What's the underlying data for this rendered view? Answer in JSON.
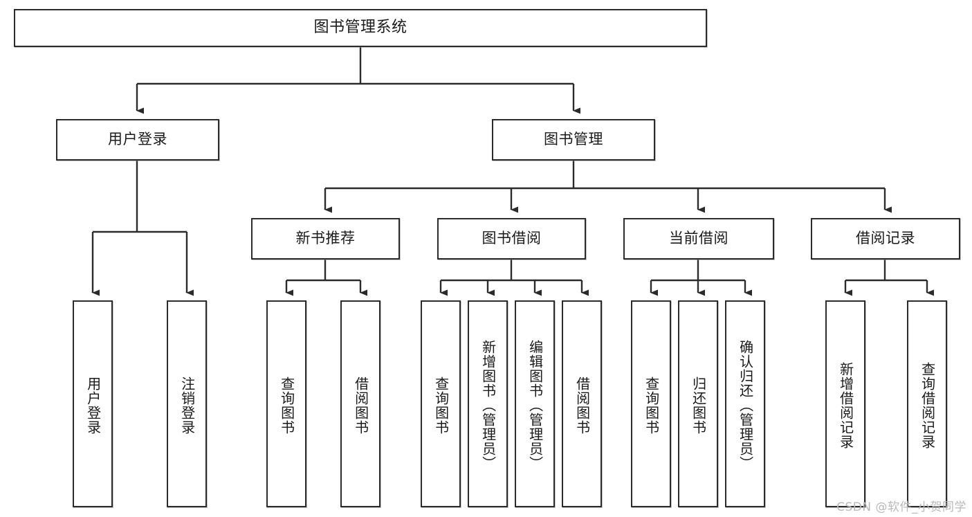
{
  "diagram": {
    "title": "图书管理系统",
    "watermark": "CSDN @软件_小贺同学",
    "stroke_color": "#2b2b2b",
    "text_color": "#1a1a1a",
    "background": "#ffffff",
    "levels": {
      "root": "图书管理系统",
      "level2": [
        "用户登录",
        "图书管理"
      ],
      "level3": [
        "新书推荐",
        "图书借阅",
        "当前借阅",
        "借阅记录"
      ]
    },
    "nodes": {
      "root": {
        "label": "图书管理系统"
      },
      "user_login": {
        "label": "用户登录"
      },
      "book_manage": {
        "label": "图书管理"
      },
      "new_book_rec": {
        "label": "新书推荐"
      },
      "book_borrow": {
        "label": "图书借阅"
      },
      "current_borrow": {
        "label": "当前借阅"
      },
      "borrow_record": {
        "label": "借阅记录"
      },
      "leaf_user_login": {
        "label": "用户登录"
      },
      "leaf_user_logout": {
        "label": "注销登录"
      },
      "leaf_rec_query_book": {
        "label": "查询图书"
      },
      "leaf_rec_borrow_book": {
        "label": "借阅图书"
      },
      "leaf_borrow_query_book": {
        "label": "查询图书"
      },
      "leaf_borrow_add_book": {
        "label": "新增图书（管理员）"
      },
      "leaf_borrow_edit_book": {
        "label": "编辑图书（管理员）"
      },
      "leaf_borrow_borrow_book": {
        "label": "借阅图书"
      },
      "leaf_cur_query_book": {
        "label": "查询图书"
      },
      "leaf_cur_return_book": {
        "label": "归还图书"
      },
      "leaf_cur_confirm_return": {
        "label": "确认归还（管理员）"
      },
      "leaf_rec_add_record": {
        "label": "新增借阅记录"
      },
      "leaf_rec_query_record": {
        "label": "查询借阅记录"
      }
    },
    "tree": {
      "图书管理系统": {
        "用户登录": [
          "用户登录",
          "注销登录"
        ],
        "图书管理": {
          "新书推荐": [
            "查询图书",
            "借阅图书"
          ],
          "图书借阅": [
            "查询图书",
            "新增图书（管理员）",
            "编辑图书（管理员）",
            "借阅图书"
          ],
          "当前借阅": [
            "查询图书",
            "归还图书",
            "确认归还（管理员）"
          ],
          "借阅记录": [
            "新增借阅记录",
            "查询借阅记录"
          ]
        }
      }
    }
  }
}
